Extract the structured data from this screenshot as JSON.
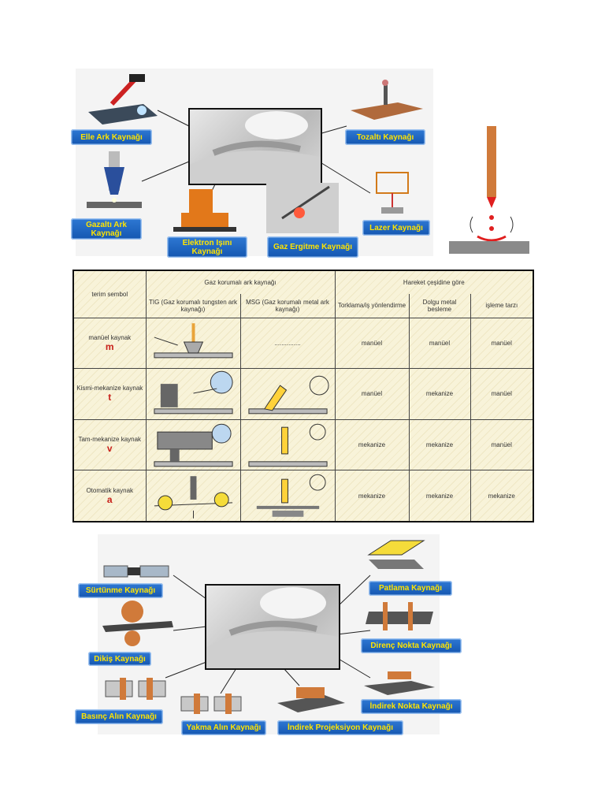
{
  "fusion": {
    "labels": {
      "elle_ark": "Elle Ark Kaynağı",
      "gazalti_ark": "Gazaltı Ark Kaynağı",
      "elektron": "Elektron Işını Kaynağı",
      "gaz_ergitme": "Gaz Ergitme Kaynağı",
      "tozalti": "Tozaltı Kaynağı",
      "lazer": "Lazer Kaynağı"
    }
  },
  "table": {
    "h_term": "terim sembol",
    "h_gas": "Gaz korumalı ark kaynağı",
    "h_tig": "TIG (Gaz korumalı tungsten ark kaynağı)",
    "h_msg": "MSG (Gaz korumalı metal ark kaynağı)",
    "h_motion": "Hareket çeşidine göre",
    "h_torch": "Torklama/iş yönlendirme",
    "h_filler": "Dolgu metal besleme",
    "h_style": "işleme tarzı",
    "rows": [
      {
        "term": "manüel kaynak",
        "sym": "m",
        "msg_text": "...............",
        "torch": "manüel",
        "filler": "manüel",
        "style": "manüel"
      },
      {
        "term": "Kismi-mekanize kaynak",
        "sym": "t",
        "msg_text": "",
        "torch": "manüel",
        "filler": "mekanize",
        "style": "manüel"
      },
      {
        "term": "Tam-mekanize kaynak",
        "sym": "v",
        "msg_text": "",
        "torch": "mekanize",
        "filler": "mekanize",
        "style": "manüel"
      },
      {
        "term": "Otomatik kaynak",
        "sym": "a",
        "msg_text": "",
        "torch": "mekanize",
        "filler": "mekanize",
        "style": "mekanize"
      }
    ]
  },
  "pressure": {
    "labels": {
      "surtunme": "Sürtünme Kaynağı",
      "dikis": "Dikiş Kaynağı",
      "basinc_alin": "Basınç Alın Kaynağı",
      "yakma_alin": "Yakma Alın Kaynağı",
      "indirek_projeksiyon": "İndirek Projeksiyon Kaynağı",
      "patlama": "Patlama Kaynağı",
      "direnc_nokta": "Direnç Nokta Kaynağı",
      "indirek_nokta": "İndirek Nokta Kaynağı"
    }
  },
  "colors": {
    "label_bg": "#1f66c2",
    "label_text": "#ffe400",
    "table_bg": "#f8f3d9",
    "symbol": "#c8201a"
  }
}
